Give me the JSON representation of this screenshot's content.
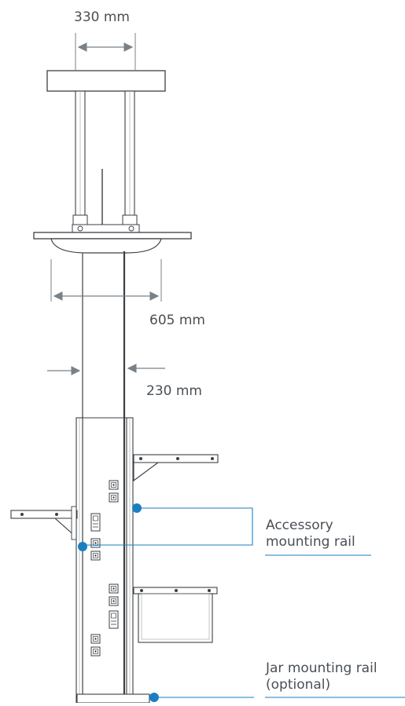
{
  "dimensions": {
    "top_width": "330 mm",
    "plate_width": "605 mm",
    "column_width": "230 mm"
  },
  "callouts": {
    "accessory_rail": {
      "line1": "Accessory",
      "line2": "mounting rail"
    },
    "jar_rail": {
      "line1": "Jar mounting rail",
      "line2": "(optional)"
    }
  },
  "colors": {
    "line": "#3c3f43",
    "dimension": "#7a8087",
    "accent": "#1a7fc1",
    "text": "#4a4f55"
  }
}
